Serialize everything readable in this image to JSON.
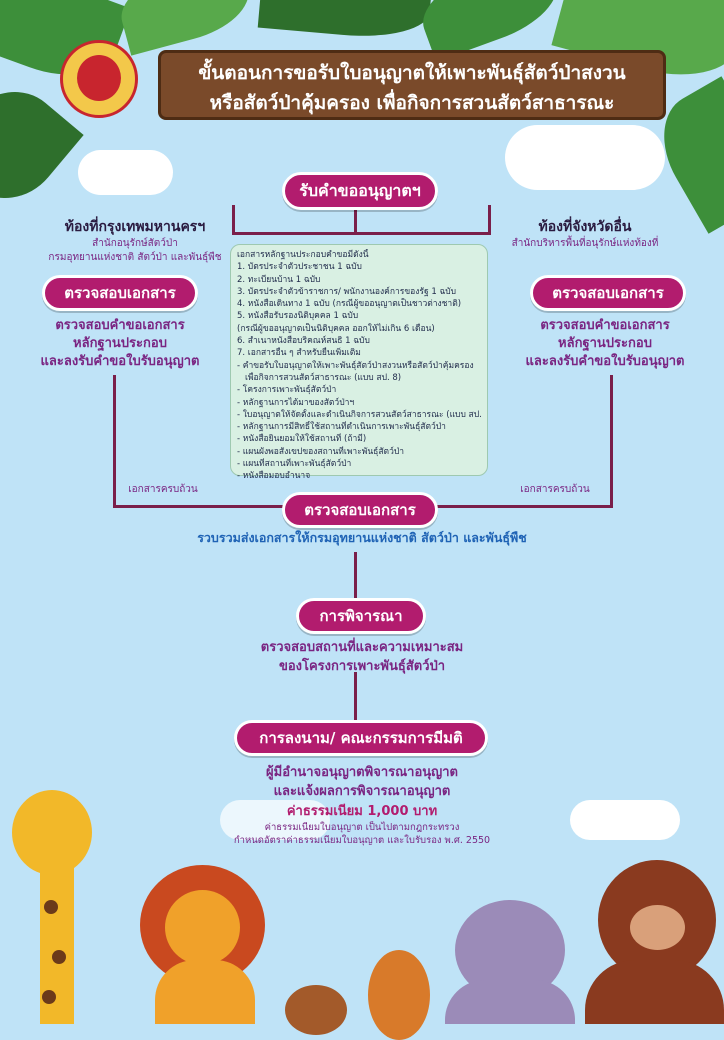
{
  "title": {
    "line1": "ขั้นตอนการขอรับใบอนุญาตให้เพาะพันธุ์สัตว์ป่าสงวน",
    "line2": "หรือสัตว์ป่าคุ้มครอง เพื่อกิจการสวนสัตว์สาธารณะ"
  },
  "step_receive": "รับคำขออนุญาตฯ",
  "left_branch": {
    "heading": "ท้องที่กรุงเทพมหานครฯ",
    "office1": "สำนักอนุรักษ์สัตว์ป่า",
    "office2": "กรมอุทยานแห่งชาติ สัตว์ป่า และพันธุ์พืช",
    "check_label": "ตรวจสอบเอกสาร",
    "check_desc1": "ตรวจสอบคำขอเอกสาร",
    "check_desc2": "หลักฐานประกอบ",
    "check_desc3": "และลงรับคำขอใบรับอนุญาต",
    "complete": "เอกสารครบถ้วน"
  },
  "right_branch": {
    "heading": "ท้องที่จังหวัดอื่น",
    "office1": "สำนักบริหารพื้นที่อนุรักษ์แห่งท้องที่",
    "check_label": "ตรวจสอบเอกสาร",
    "check_desc1": "ตรวจสอบคำขอเอกสาร",
    "check_desc2": "หลักฐานประกอบ",
    "check_desc3": "และลงรับคำขอใบรับอนุญาต",
    "complete": "เอกสารครบถ้วน"
  },
  "documents": [
    "เอกสารหลักฐานประกอบคำขอมีดังนี้",
    "1. บัตรประจำตัวประชาชน 1 ฉบับ",
    "2. ทะเบียนบ้าน 1 ฉบับ",
    "3. บัตรประจำตัวข้าราชการ/ พนักงานองค์การของรัฐ 1 ฉบับ",
    "4. หนังสือเดินทาง 1 ฉบับ (กรณีผู้ขออนุญาตเป็นชาวต่างชาติ)",
    "5. หนังสือรับรองนิติบุคคล 1 ฉบับ",
    "(กรณีผู้ขออนุญาตเป็นนิติบุคคล ออกให้ไม่เกิน 6 เดือน)",
    "6. สำเนาหนังสือบริคณห์สนธิ 1 ฉบับ",
    "7. เอกสารอื่น ๆ สำหรับยื่นเพิ่มเติม",
    "- คำขอรับใบอนุญาตให้เพาะพันธุ์สัตว์ป่าสงวนหรือสัตว์ป่าคุ้มครอง",
    "  เพื่อกิจการสวนสัตว์สาธารณะ (แบบ สป. 8)",
    "- โครงการเพาะพันธุ์สัตว์ป่า",
    "- หลักฐานการได้มาของสัตว์ป่าฯ",
    "- ใบอนุญาตให้จัดตั้งและดำเนินกิจการสวนสัตว์สาธารณะ (แบบ สป.21)",
    "- หลักฐานการมีสิทธิ์ใช้สถานที่ดำเนินการเพาะพันธุ์สัตว์ป่า",
    "- หนังสือยินยอมให้ใช้สถานที่ (ถ้ามี)",
    "- แผนผังพอสังเขปของสถานที่เพาะพันธุ์สัตว์ป่า",
    "- แผนที่สถานที่เพาะพันธุ์สัตว์ป่า",
    "- หนังสือมอบอำนาจ"
  ],
  "step_check": {
    "label": "ตรวจสอบเอกสาร",
    "desc": "รวบรวมส่งเอกสารให้กรมอุทยานแห่งชาติ สัตว์ป่า และพันธุ์พืช"
  },
  "step_consider": {
    "label": "การพิจารณา",
    "desc1": "ตรวจสอบสถานที่และความเหมาะสม",
    "desc2": "ของโครงการเพาะพันธุ์สัตว์ป่า"
  },
  "step_sign": {
    "label": "การลงนาม/ คณะกรรมการมีมติ",
    "desc1": "ผู้มีอำนาจอนุญาตพิจารณาอนุญาต",
    "desc2": "และแจ้งผลการพิจารณาอนุญาต",
    "fee": "ค่าธรรมเนียม 1,000 บาท",
    "note1": "ค่าธรรมเนียมใบอนุญาต เป็นไปตามกฎกระทรวง",
    "note2": "กำหนดอัตราค่าธรรมเนียมใบอนุญาต และใบรับรอง พ.ศ. 2550"
  },
  "colors": {
    "background": "#bfe3f7",
    "pill": "#b21c6e",
    "text_purple": "#7a2582",
    "text_blue": "#1f63b5",
    "doc_box": "#d9f0e3"
  }
}
